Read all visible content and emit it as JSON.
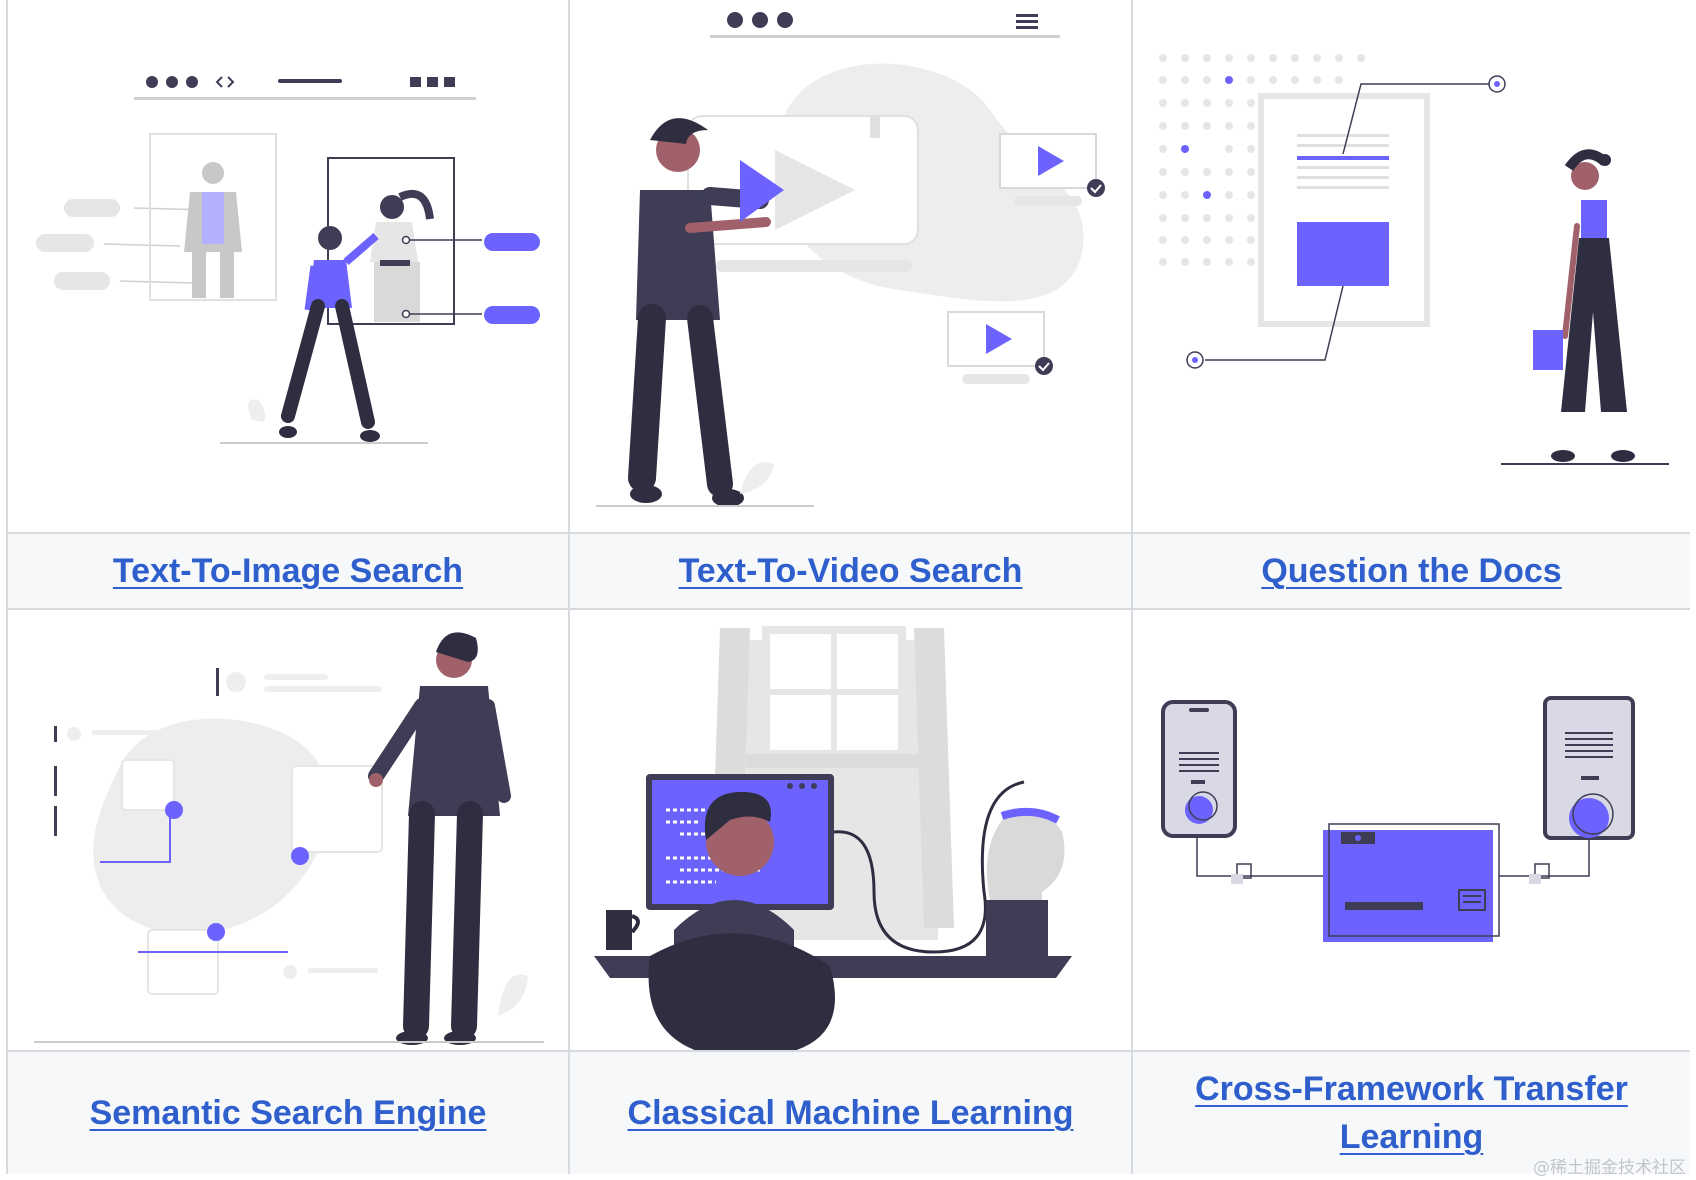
{
  "cards": [
    {
      "title": "Text-To-Image Search"
    },
    {
      "title": "Text-To-Video Search"
    },
    {
      "title": "Question the Docs"
    },
    {
      "title": "Semantic Search Engine"
    },
    {
      "title": "Classical Machine Learning"
    },
    {
      "title": "Cross-Framework Transfer Learning"
    }
  ],
  "watermark": "@稀土掘金技术社区",
  "colors": {
    "accent": "#6c63ff",
    "link": "#2f5fcc",
    "dark": "#3f3d56",
    "light_gray": "#e6e6e6",
    "caption_bg": "#f6f8fa",
    "border": "#d7dbe0"
  }
}
